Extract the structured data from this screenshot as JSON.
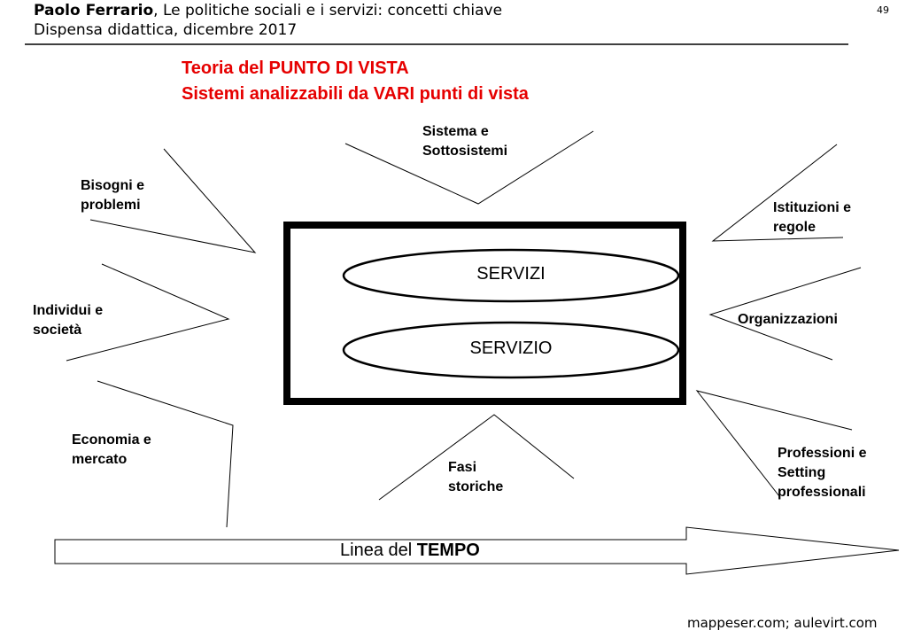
{
  "header": {
    "author": "Paolo Ferrario",
    "title_rest": ", Le politiche sociali e i servizi: concetti chiave",
    "subtitle": "Dispensa didattica, dicembre 2017",
    "page_number": "49"
  },
  "title": {
    "line1": "Teoria del PUNTO DI VISTA",
    "line2": "Sistemi analizzabili da VARI punti di vista"
  },
  "center": {
    "top": "SERVIZI",
    "bottom": "SERVIZIO"
  },
  "labels": {
    "sistema": [
      "Sistema e",
      "Sottosistemi"
    ],
    "bisogni": [
      "Bisogni e",
      "problemi"
    ],
    "istituzioni": [
      "Istituzioni e",
      "regole"
    ],
    "individui": [
      "Individui  e",
      "società"
    ],
    "organizzazioni": [
      "Organizzazioni"
    ],
    "economia": [
      "Economia e",
      "mercato"
    ],
    "fasi": [
      "Fasi",
      "storiche"
    ],
    "professioni": [
      "Professioni e",
      "Setting",
      "professionali"
    ]
  },
  "timeline": {
    "prefix": "Linea del ",
    "bold": "TEMPO"
  },
  "footer": "mappeser.com; aulevirt.com"
}
